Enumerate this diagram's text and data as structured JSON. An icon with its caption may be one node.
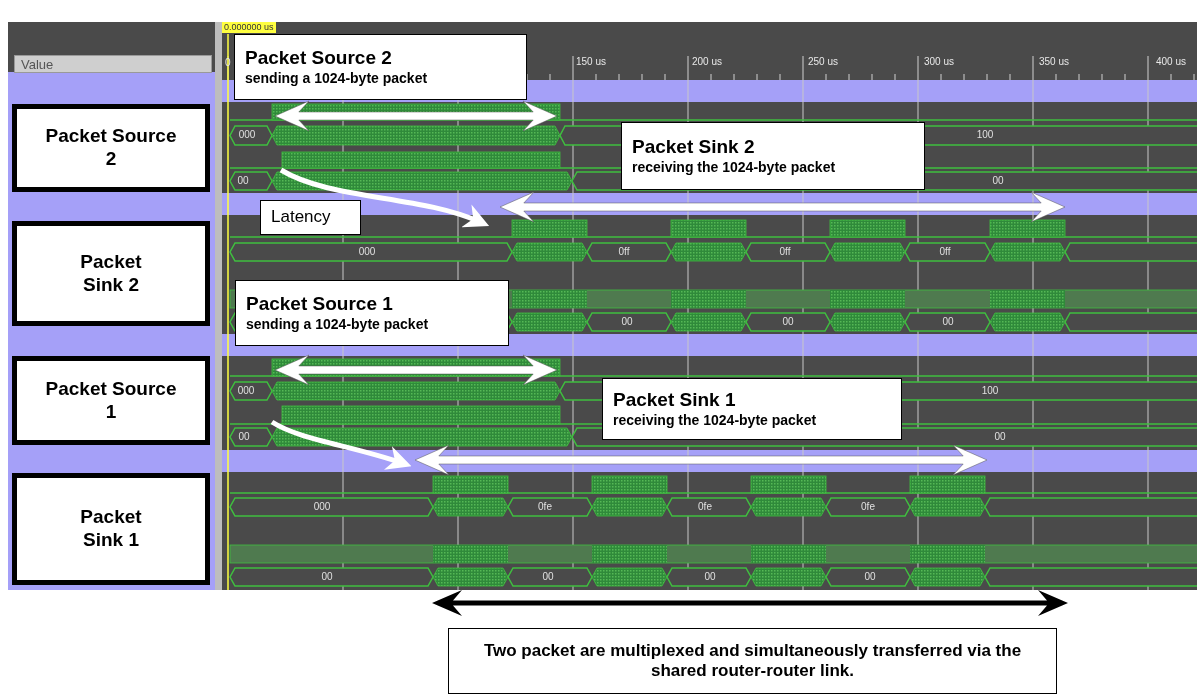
{
  "diagram": {
    "nodes": [
      {
        "text": [
          "Packet Source 2"
        ]
      },
      {
        "text": [
          "Packet Sink 2"
        ]
      },
      {
        "text": [
          "Packet Source 1"
        ]
      },
      {
        "text": [
          "Packet Sink 1"
        ]
      },
      {
        "text": [
          "Packet Source 2",
          "sending a 1024-byte packet"
        ]
      },
      {
        "text": [
          "Packet Sink 2",
          "receiving the 1024-byte packet"
        ]
      },
      {
        "text": [
          "Latency"
        ]
      },
      {
        "text": [
          "Packet Source 1",
          "sending a 1024-byte packet"
        ]
      },
      {
        "text": [
          "Packet Sink 1",
          "receiving the 1024-byte packet"
        ]
      },
      {
        "text": [
          "Two packet are multiplexed and simultaneously transferred via the shared router-router link."
        ]
      }
    ],
    "labels": [
      "0.000000 us",
      "Value",
      "0",
      "150 us",
      "200 us",
      "250 us",
      "300 us",
      "350 us",
      "400 us",
      "000",
      "100",
      "00",
      "00",
      "000",
      "0ff",
      "0ff",
      "0ff",
      "00",
      "00",
      "00",
      "000",
      "100",
      "00",
      "00",
      "000",
      "0fe",
      "0fe",
      "0fe",
      "00",
      "00",
      "00",
      "00"
    ]
  }
}
